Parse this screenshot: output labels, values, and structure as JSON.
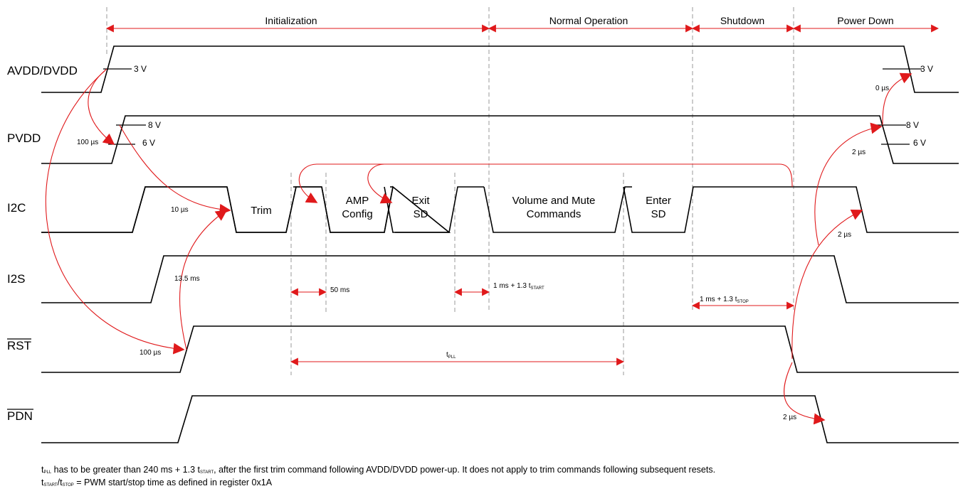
{
  "phases": {
    "initialization": "Initialization",
    "normal_operation": "Normal Operation",
    "shutdown": "Shutdown",
    "power_down": "Power Down"
  },
  "signals": {
    "avdd": "AVDD/DVDD",
    "pvdd": "PVDD",
    "i2c": "I2C",
    "i2s": "I2S",
    "rst": "RST",
    "pdn": "PDN"
  },
  "levels": {
    "avdd_up": "3 V",
    "avdd_down": "3 V",
    "pvdd_up_high": "8 V",
    "pvdd_up_low": "6 V",
    "pvdd_down_high": "8 V",
    "pvdd_down_low": "6 V"
  },
  "i2c_commands": {
    "trim": "Trim",
    "amp_config_1": "AMP",
    "amp_config_2": "Config",
    "exit_sd_1": "Exit",
    "exit_sd_2": "SD",
    "volume_1": "Volume and Mute",
    "volume_2": "Commands",
    "enter_sd_1": "Enter",
    "enter_sd_2": "SD"
  },
  "delays": {
    "avdd_to_pvdd": "100 µs",
    "pvdd_to_trim": "10 µs",
    "rst_to_trim": "13.5 ms",
    "avdd_to_rst": "100 µs",
    "trim_to_amp": "50 ms",
    "exit_to_volume_main": "1 ms + 1.3 t",
    "exit_to_volume_sub": "START",
    "shutdown_main": "1 ms + 1.3 t",
    "shutdown_sub": "STOP",
    "tpll_main": "t",
    "tpll_sub": "PLL",
    "pvdd_to_avdd_down": "0 µs",
    "i2c_to_pvdd_down": "2 µs",
    "rst_to_i2c_down": "2 µs",
    "pdn_to_rst_down": "2 µs"
  },
  "notes": {
    "line1_t": "t",
    "line1_sub1": "PLL",
    "line1_text1": "  has to be greater than 240 ms + 1.3 t",
    "line1_sub2": "START",
    "line1_text2": ", after the first trim command following AVDD/DVDD power-up. It does not apply to trim commands following subsequent resets.",
    "line2_t1": "t",
    "line2_sub1": "START",
    "line2_slash": "/t",
    "line2_sub2": "STOP",
    "line2_text": " = PWM start/stop time as defined in register 0x1A"
  }
}
